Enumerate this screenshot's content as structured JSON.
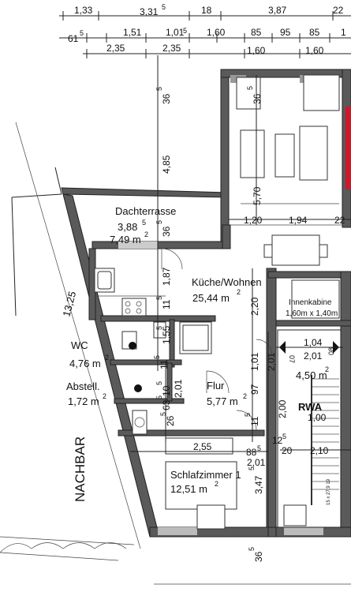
{
  "colors": {
    "wall": "#5a5a5a",
    "accent": "#cc1a2a",
    "line": "#222222"
  },
  "dims_top": {
    "r1": [
      "1,33",
      "3,31",
      "5",
      "18",
      "3,87",
      "22"
    ],
    "r2": [
      "61",
      "5",
      "1,51",
      "1,01",
      "5",
      "1,60",
      "85",
      "95",
      "85",
      "1"
    ],
    "r3": [
      "2,35",
      "2,35",
      "1,60",
      "1,60"
    ]
  },
  "dims_inner": {
    "d36_5_a": "36",
    "d5_a": "5",
    "d36_5_b": "36",
    "d5_b": "5",
    "d485": "4,85",
    "d570": "5,70",
    "d120": "1,20",
    "d194": "1,94",
    "d22": "22",
    "d36_5_c": "36",
    "d5_c": "5",
    "d187": "1,87",
    "d115": "11",
    "d5_d": "5",
    "d155": "1,55",
    "d5_e": "5",
    "d115b": "11",
    "d5_f": "5",
    "d220": "2,20",
    "d104": "1,04",
    "d201a": "2,01",
    "d101": "1,01",
    "d201b": "2,01",
    "d07a": "07",
    "d08": "08",
    "d105": "10",
    "d5_g": "5",
    "d63": "63",
    "d5_h": "5",
    "d201c": "2,01",
    "d97": "97",
    "d115c": "11",
    "d5_i": "5",
    "d265": "26",
    "d5_j": "5",
    "d200": "2,00",
    "d100": "1,00",
    "d255": "2,55",
    "d88": "88",
    "d5_k": "5",
    "d201d": "2,01",
    "d125": "12",
    "d5_l": "5",
    "d20": "20",
    "d210": "2,10",
    "d347": "3,47",
    "d5_m": "5",
    "d36_5_d": "36",
    "d5_n": "5",
    "d1325": "13,25"
  },
  "rooms": {
    "terrace_name": "Dachterrasse",
    "terrace_dim": "3,88",
    "terrace_dim_sup": "5",
    "terrace_area": "7,49 m",
    "kitchen_name": "Küche/Wohnen",
    "kitchen_area": "25,44 m",
    "cabin_name": "Innenkabine",
    "cabin_size": "1,60m x 1,40m",
    "wc_name": "WC",
    "wc_area": "4,76 m",
    "storage_name": "Abstell.",
    "storage_area": "1,72 m",
    "hall_name": "Flur",
    "hall_area": "5,77 m",
    "stair_area": "4,50 m",
    "rwa": "RWA",
    "bedroom_name": "Schlafzimmer 1",
    "bedroom_area": "12,51 m",
    "sq": "2",
    "neighbor": "NACHBAR",
    "stair_note": "15 x 27,9 19"
  }
}
